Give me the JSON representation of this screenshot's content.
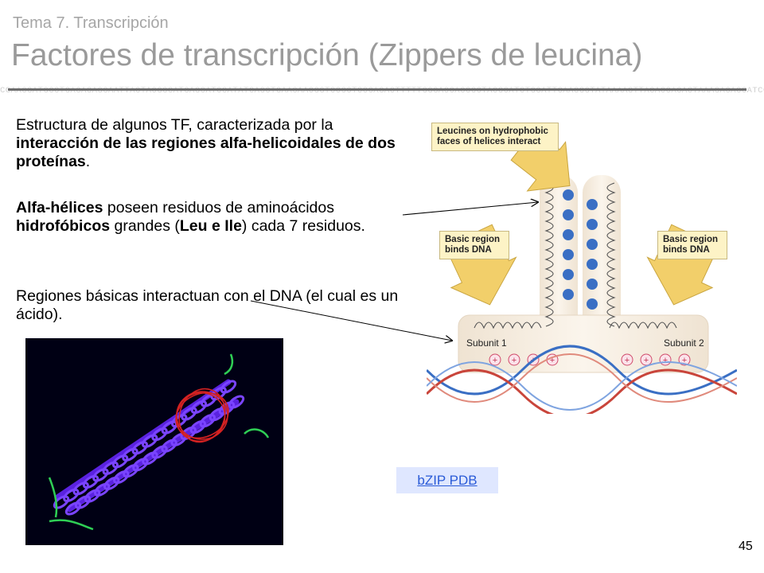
{
  "slide": {
    "subtitle": "Tema 7. Transcripción",
    "title": "Factores de transcripción (Zippers de leucina)",
    "page_number": "45"
  },
  "paragraph1": {
    "lead": "Estructura de algunos TF, caracterizada por la ",
    "bold": "interacción de las regiones alfa-helicoidales de dos proteínas",
    "tail": "."
  },
  "paragraph2": {
    "bold1": "Alfa-hélices",
    "mid1": " poseen residuos de aminoácidos ",
    "bold2": "hidrofóbicos",
    "mid2": " grandes (",
    "bold3": "Leu e Ile",
    "tail": ") cada 7 residuos."
  },
  "paragraph3": {
    "text": "Regiones básicas interactuan con el DNA (el cual es un ácido)."
  },
  "diagram": {
    "label_top": "Leucines on hydrophobic faces of helices interact",
    "label_left": "Basic region binds DNA",
    "label_right": "Basic region binds DNA",
    "subunit1": "Subunit 1",
    "subunit2": "Subunit 2",
    "colors": {
      "leucine": "#3a6fc4",
      "tube": "#f3e9dc",
      "arrow": "#f2cf6a",
      "dna_red": "#c9453b",
      "dna_blue": "#3a6fc4"
    }
  },
  "link": {
    "label": "bZIP PDB"
  },
  "colors": {
    "title": "#9a9a9a",
    "rule": "#6e6e6e",
    "protein_bg": "#000014",
    "helix": "#5a22e0"
  }
}
